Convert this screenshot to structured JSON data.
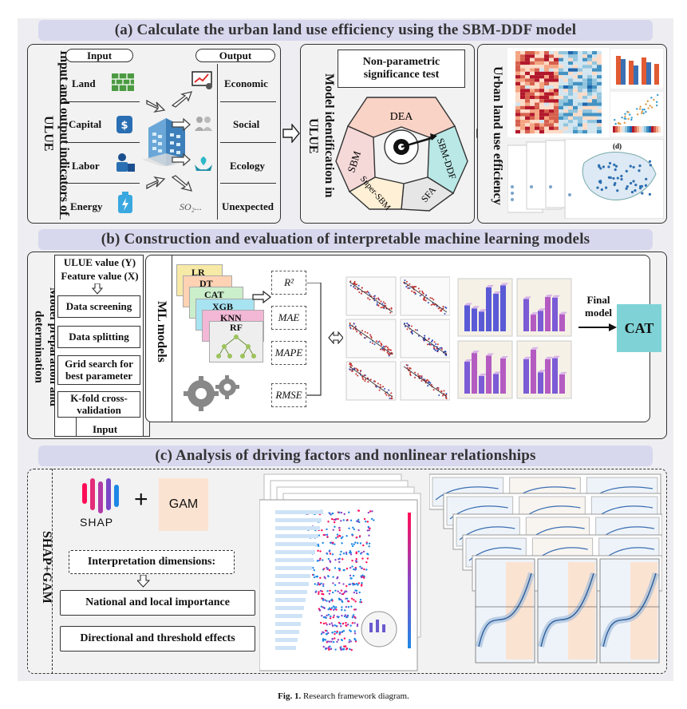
{
  "sections": [
    {
      "title": "(a)  Calculate the urban land use efficiency using the SBM-DDF model"
    },
    {
      "title": "(b)  Construction and evaluation of interpretable machine learning models"
    },
    {
      "title": "(c)  Analysis of driving factors and nonlinear relationships"
    }
  ],
  "a": {
    "left_label": "Input and output indicators of ULUE",
    "input_header": "Input",
    "output_header": "Output",
    "inputs": [
      "Land",
      "Capital",
      "Labor",
      "Energy"
    ],
    "outputs": [
      "Economic",
      "Social",
      "Ecology",
      "Unexpected"
    ],
    "so2": "SO₂...",
    "model_label": "Model identification in ULUE",
    "nonparam": "Non-parametric significance test",
    "wheel": [
      "DEA",
      "SBM-DDF",
      "SFA",
      "Super-SBM",
      "SBM"
    ],
    "right_label": "Urban land use efficiency",
    "map_label": "(d)"
  },
  "b": {
    "left_label": "Model preparation and determination",
    "steps_top": "ULUE value (Y)\nFeature value (X)",
    "steps": [
      "Data screening",
      "Data splitting",
      "Grid search for best parameter",
      "K-fold cross-validation"
    ],
    "input_arrow": "Input",
    "ml_label": "ML models",
    "models": [
      "LR",
      "DT",
      "CAT",
      "XGB",
      "KNN",
      "RF"
    ],
    "metrics": [
      "R²",
      "MAE",
      "MAPE",
      "RMSE"
    ],
    "final": "Final model",
    "cat": "CAT"
  },
  "c": {
    "left_label": "SHAP+GAM",
    "shap": "SHAP",
    "plus": "+",
    "gam": "GAM",
    "dims": "Interpretation  dimensions:",
    "d1": "National and local importance",
    "d2": "Directional and threshold effects"
  },
  "caption_bold": "Fig. 1.",
  "caption": "Research framework diagram.",
  "colors": {
    "title_bg": "#d7d7ee",
    "cat_box": "#7fd3d6",
    "gam_box": "#fbe3d2"
  }
}
